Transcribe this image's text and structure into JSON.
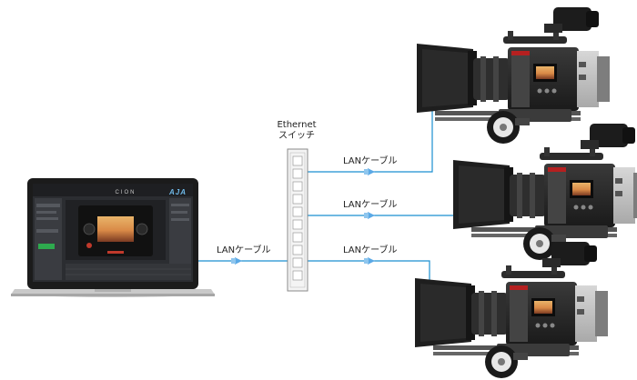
{
  "switch": {
    "title_line1": "Ethernet",
    "title_line2": "スイッチ"
  },
  "cables": {
    "laptop_label": "LANケーブル",
    "camera_top_label": "LANケーブル",
    "camera_mid_label": "LANケーブル",
    "camera_bottom_label": "LANケーブル"
  },
  "laptop_screen": {
    "app_name": "CION",
    "logo": "AJA"
  },
  "colors": {
    "cable": "#1a8fd0",
    "connector": "#5aa9e6",
    "switch_body": "#f2f2f2",
    "switch_border": "#8a8a8a"
  }
}
